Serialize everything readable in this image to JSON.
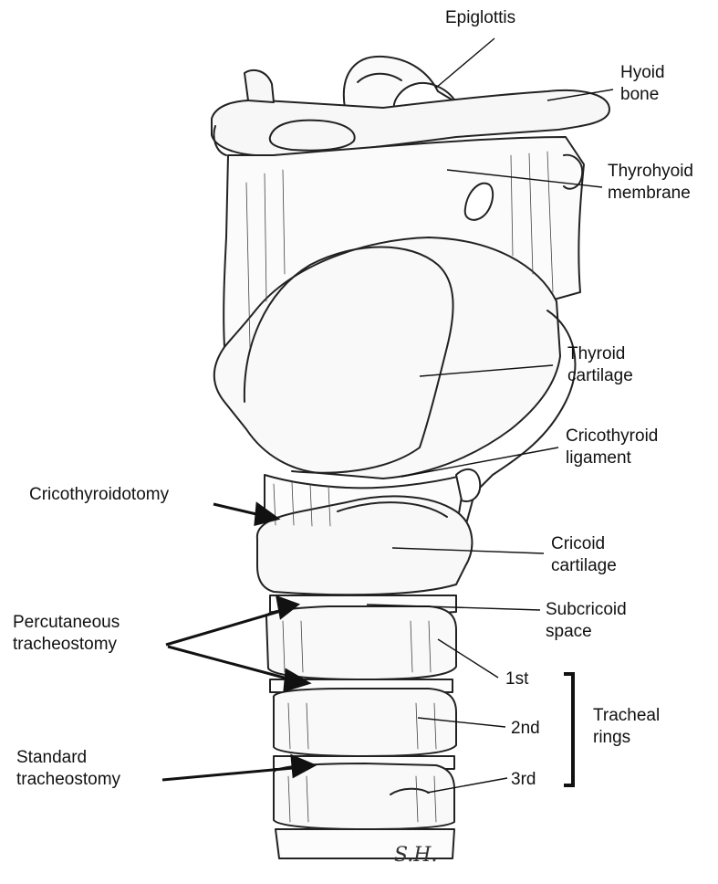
{
  "labels": {
    "epiglottis": "Epiglottis",
    "hyoid_bone": "Hyoid\nbone",
    "thyrohyoid_membrane": "Thyrohyoid\nmembrane",
    "thyroid_cartilage": "Thyroid\ncartilage",
    "cricothyroid_ligament": "Cricothyroid\nligament",
    "cricoid_cartilage": "Cricoid\ncartilage",
    "subcricoid_space": "Subcricoid\nspace",
    "ring_1st": "1st",
    "ring_2nd": "2nd",
    "ring_3rd": "3rd",
    "tracheal_rings": "Tracheal\nrings",
    "cricothyroidotomy": "Cricothyroidotomy",
    "percutaneous_tracheostomy": "Percutaneous\ntracheostomy",
    "standard_tracheostomy": "Standard\ntracheostomy"
  },
  "signature": "S.H.",
  "colors": {
    "ink": "#111111",
    "paper": "#ffffff"
  }
}
